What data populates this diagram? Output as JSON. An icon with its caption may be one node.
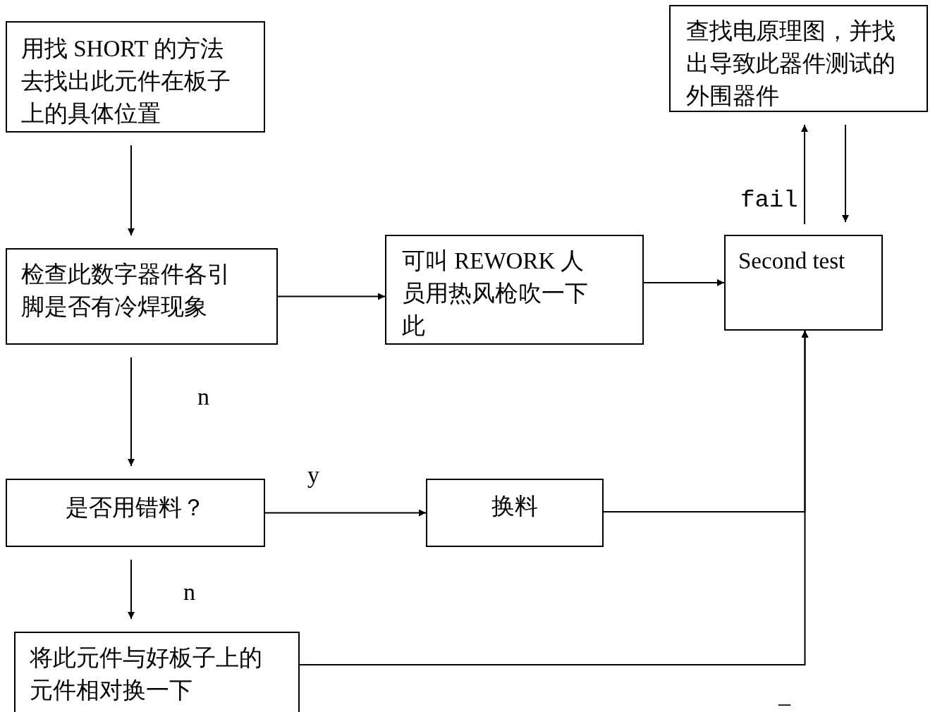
{
  "diagram": {
    "nodes": [
      {
        "text": [
          "用找 SHORT 的方法去找出此元件在板子上的具体位置"
        ]
      },
      {
        "text": [
          "检查此数字器件各引脚是否有冷焊现象"
        ]
      },
      {
        "text": [
          "可叫 REWORK 人员用热风枪吹一下此"
        ]
      },
      {
        "text": [
          "Second test"
        ]
      },
      {
        "text": [
          "查找电原理图，并找出导致此器件测试的外围器件"
        ]
      },
      {
        "text": [
          "是否用错料？"
        ]
      },
      {
        "text": [
          "换料"
        ]
      },
      {
        "text": [
          "将此元件与好板子上的元件相对换一下"
        ]
      }
    ],
    "edges": [
      {
        "from": 0,
        "to": 1,
        "arrow": "to"
      },
      {
        "from": 1,
        "to": 2,
        "arrow": "to"
      },
      {
        "from": 2,
        "to": 3,
        "arrow": "to"
      },
      {
        "from": 3,
        "to": 4,
        "arrow": "to",
        "label": "fail"
      },
      {
        "from": 4,
        "to": 3,
        "arrow": "to"
      },
      {
        "from": 1,
        "to": 5,
        "arrow": "to",
        "label": "n"
      },
      {
        "from": 5,
        "to": 6,
        "arrow": "to",
        "label": "y"
      },
      {
        "from": 5,
        "to": 7,
        "arrow": "to",
        "label": "n"
      },
      {
        "from": 6,
        "to": 3,
        "arrow": "to"
      },
      {
        "from": 7,
        "to": 3,
        "arrow": "to"
      }
    ],
    "labels": [
      "_"
    ]
  }
}
